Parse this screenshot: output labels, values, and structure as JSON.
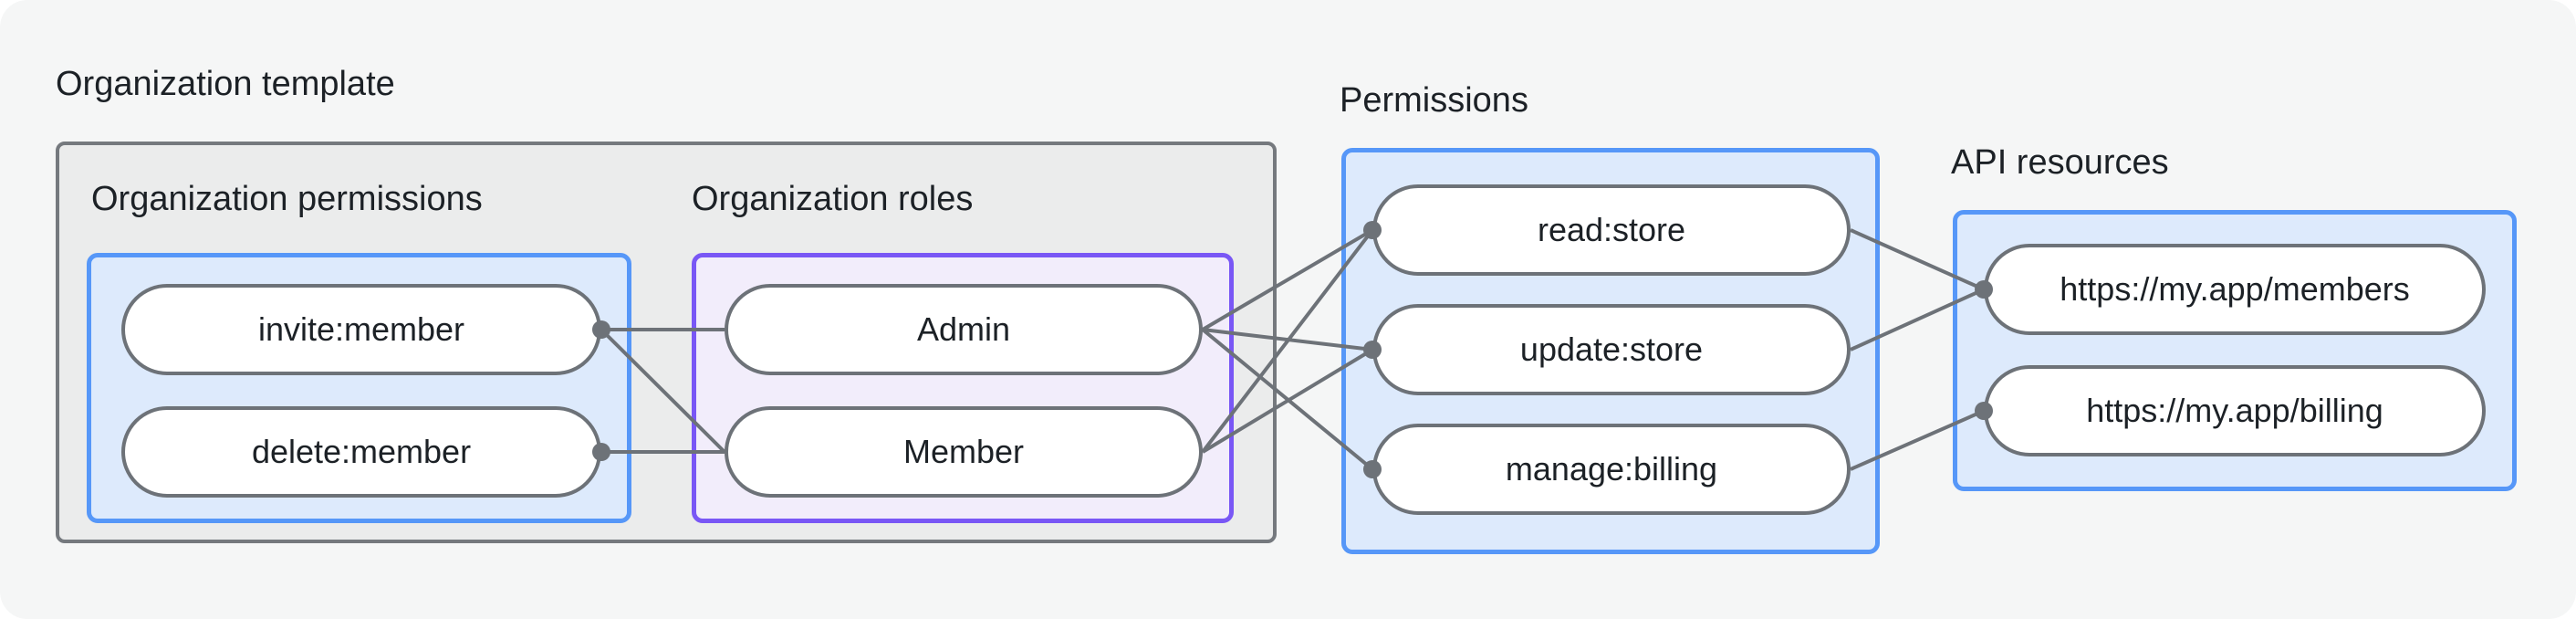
{
  "sections": {
    "org_template": {
      "label": "Organization template"
    },
    "org_permissions": {
      "label": "Organization permissions"
    },
    "org_roles": {
      "label": "Organization roles"
    },
    "permissions": {
      "label": "Permissions"
    },
    "api_resources": {
      "label": "API resources"
    }
  },
  "nodes": {
    "invite_member": {
      "label": "invite:member"
    },
    "delete_member": {
      "label": "delete:member"
    },
    "admin": {
      "label": "Admin"
    },
    "member": {
      "label": "Member"
    },
    "read_store": {
      "label": "read:store"
    },
    "update_store": {
      "label": "update:store"
    },
    "manage_billing": {
      "label": "manage:billing"
    },
    "api_members": {
      "label": "https://my.app/members"
    },
    "api_billing": {
      "label": "https://my.app/billing"
    }
  },
  "edges": [
    {
      "from": "invite_member",
      "to": "admin"
    },
    {
      "from": "invite_member",
      "to": "member"
    },
    {
      "from": "delete_member",
      "to": "member"
    },
    {
      "from": "admin",
      "to": "read_store"
    },
    {
      "from": "admin",
      "to": "update_store"
    },
    {
      "from": "admin",
      "to": "manage_billing"
    },
    {
      "from": "member",
      "to": "read_store"
    },
    {
      "from": "member",
      "to": "update_store"
    },
    {
      "from": "read_store",
      "to": "api_members"
    },
    {
      "from": "update_store",
      "to": "api_members"
    },
    {
      "from": "manage_billing",
      "to": "api_billing"
    }
  ],
  "connection_dots": [
    {
      "node": "invite_member",
      "side": "right"
    },
    {
      "node": "delete_member",
      "side": "right"
    },
    {
      "node": "read_store",
      "side": "left"
    },
    {
      "node": "update_store",
      "side": "left"
    },
    {
      "node": "manage_billing",
      "side": "left"
    },
    {
      "node": "api_members",
      "side": "left"
    },
    {
      "node": "api_billing",
      "side": "left"
    }
  ],
  "colors": {
    "canvas_bg": "#f5f6f6",
    "template_box_bg": "#ebecec",
    "template_box_border": "#75797e",
    "blue_box_bg": "#ddeafc",
    "blue_box_border": "#5697f8",
    "purple_box_bg": "#f2edfb",
    "purple_box_border": "#7957f5",
    "node_bg": "#ffffff",
    "node_border": "#6d7278",
    "edge": "#6d7278",
    "text": "#1c2126"
  }
}
